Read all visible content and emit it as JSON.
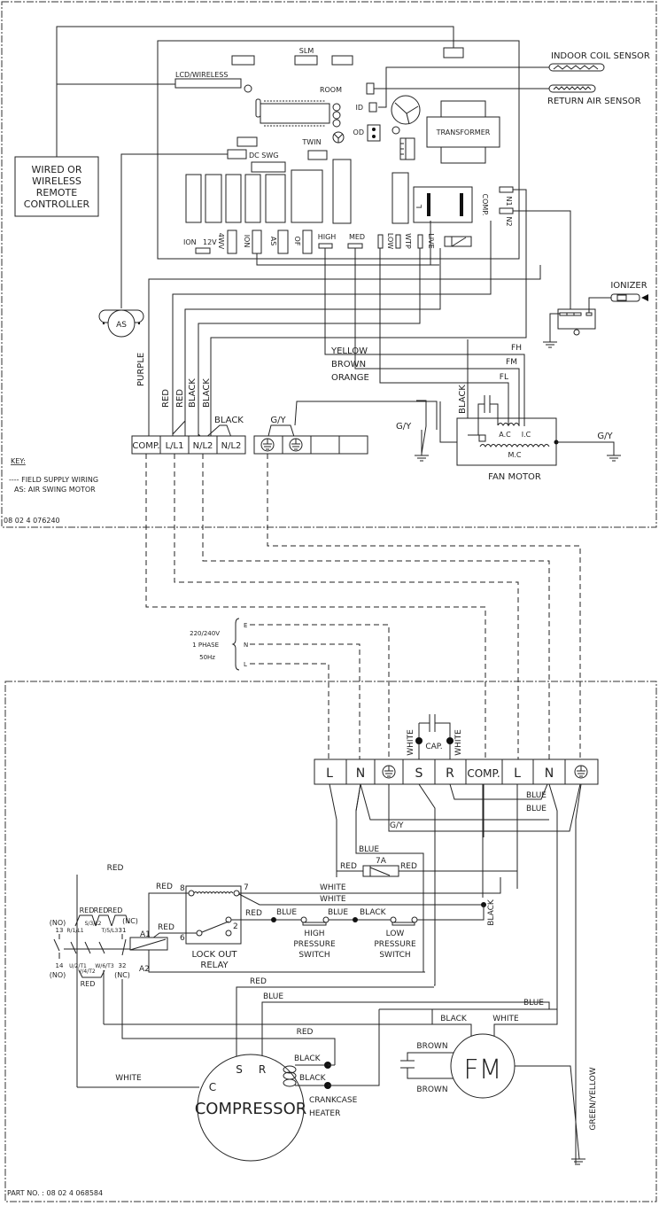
{
  "indoor": {
    "pcb_labels": {
      "slm": "SLM",
      "lcd_wireless": "LCD/WIRELESS",
      "room": "ROOM",
      "id": "ID",
      "od": "OD",
      "twin": "TWIN",
      "dc_swg": "DC SWG",
      "transformer": "TRANSFORMER",
      "ion": "ION",
      "v12": "12V",
      "fwv": "4WV",
      "ion_relay": "ION",
      "as": "AS",
      "of": "OF",
      "high": "HIGH",
      "med": "MED",
      "low": "LOW",
      "wtp": "WTP",
      "live": "LIVE",
      "l": "L",
      "comp": "COMP.",
      "n1": "N1",
      "n2": "N2"
    },
    "remote": [
      "WIRED OR",
      "WIRELESS",
      "REMOTE",
      "CONTROLLER"
    ],
    "sensors": {
      "indoor_coil": "INDOOR COIL SENSOR",
      "return_air": "RETURN AIR SENSOR"
    },
    "ionizer": "IONIZER",
    "air_swing_motor": "AS",
    "wires": {
      "purple": "PURPLE",
      "red1": "RED",
      "red2": "RED",
      "black1": "BLACK",
      "black2": "BLACK",
      "black3": "BLACK",
      "gy": "G/Y",
      "gy2": "G/Y",
      "gy3": "G/Y",
      "yellow": "YELLOW",
      "brown": "BROWN",
      "orange": "ORANGE",
      "black_fan": "BLACK",
      "fh": "FH",
      "fm": "FM",
      "fl": "FL"
    },
    "terminals": [
      "COMP.",
      "L/L1",
      "N/L2",
      "N/L2"
    ],
    "fan_motor": {
      "title": "FAN MOTOR",
      "ac": "A.C",
      "ic": "I.C",
      "mc": "M.C"
    },
    "key": {
      "title": "KEY:",
      "line1": "----  FIELD SUPPLY WIRING",
      "line2": "AS: AIR SWING MOTOR"
    },
    "part_no": "08 02 4 076240"
  },
  "supply": {
    "voltage": "220/240V",
    "phase": "1 PHASE",
    "freq": "50Hz",
    "e": "E",
    "n": "N",
    "l": "L"
  },
  "outdoor": {
    "terminals": [
      "L",
      "N",
      "⏚",
      "S",
      "R",
      "COMP.",
      "L",
      "N",
      "⏚"
    ],
    "cap": "CAP.",
    "white1": "WHITE",
    "white2": "WHITE",
    "wires": {
      "blue1": "BLUE",
      "blue2": "BLUE",
      "gy": "G/Y",
      "blue3": "BLUE",
      "red_fuse_l": "RED",
      "fuse": "7A",
      "red_fuse_r": "RED",
      "red_top": "RED",
      "red8": "RED",
      "white_a": "WHITE",
      "white_b": "WHITE",
      "red_relay": "RED",
      "red_mid": "RED",
      "blue_hp": "BLUE",
      "blue_lp": "BLUE",
      "black_lp": "BLACK",
      "black_vert": "BLACK",
      "red_bot": "RED",
      "blue_bot": "BLUE",
      "red_heater": "RED",
      "blue_right": "BLUE",
      "black_fm": "BLACK",
      "white_fm": "WHITE",
      "brown1": "BROWN",
      "brown2": "BROWN",
      "white_comp": "WHITE",
      "black_h1": "BLACK",
      "black_h2": "BLACK",
      "green_yellow": "GREEN/YELLOW"
    },
    "contactor": {
      "no_top": "(NO)",
      "no_bot": "(NO)",
      "nc_top": "(NC)",
      "nc_bot": "(NC)",
      "t13": "13",
      "t14": "14",
      "r1": "R/1/L1",
      "s3": "S/3/L2",
      "t5": "T/5/L3",
      "t31": "31",
      "u2": "U/2/T1",
      "v4": "V/4/T2",
      "w6": "W/6/T3",
      "t32": "32",
      "red_a": "RED",
      "red_b": "RED",
      "red_c": "RED",
      "red_d": "RED",
      "a1": "A1",
      "a2": "A2"
    },
    "relay": {
      "p8": "8",
      "p7": "7",
      "p6": "6",
      "p2": "2",
      "name1": "LOCK OUT",
      "name2": "RELAY"
    },
    "hp_switch": [
      "HIGH",
      "PRESSURE",
      "SWITCH"
    ],
    "lp_switch": [
      "LOW",
      "PRESSURE",
      "SWITCH"
    ],
    "compressor": {
      "name": "COMPRESSOR",
      "c": "C",
      "s": "S",
      "r": "R",
      "heater1": "CRANKCASE",
      "heater2": "HEATER"
    },
    "fan": "FM",
    "part_no": "PART NO. : 08 02 4 068584"
  }
}
